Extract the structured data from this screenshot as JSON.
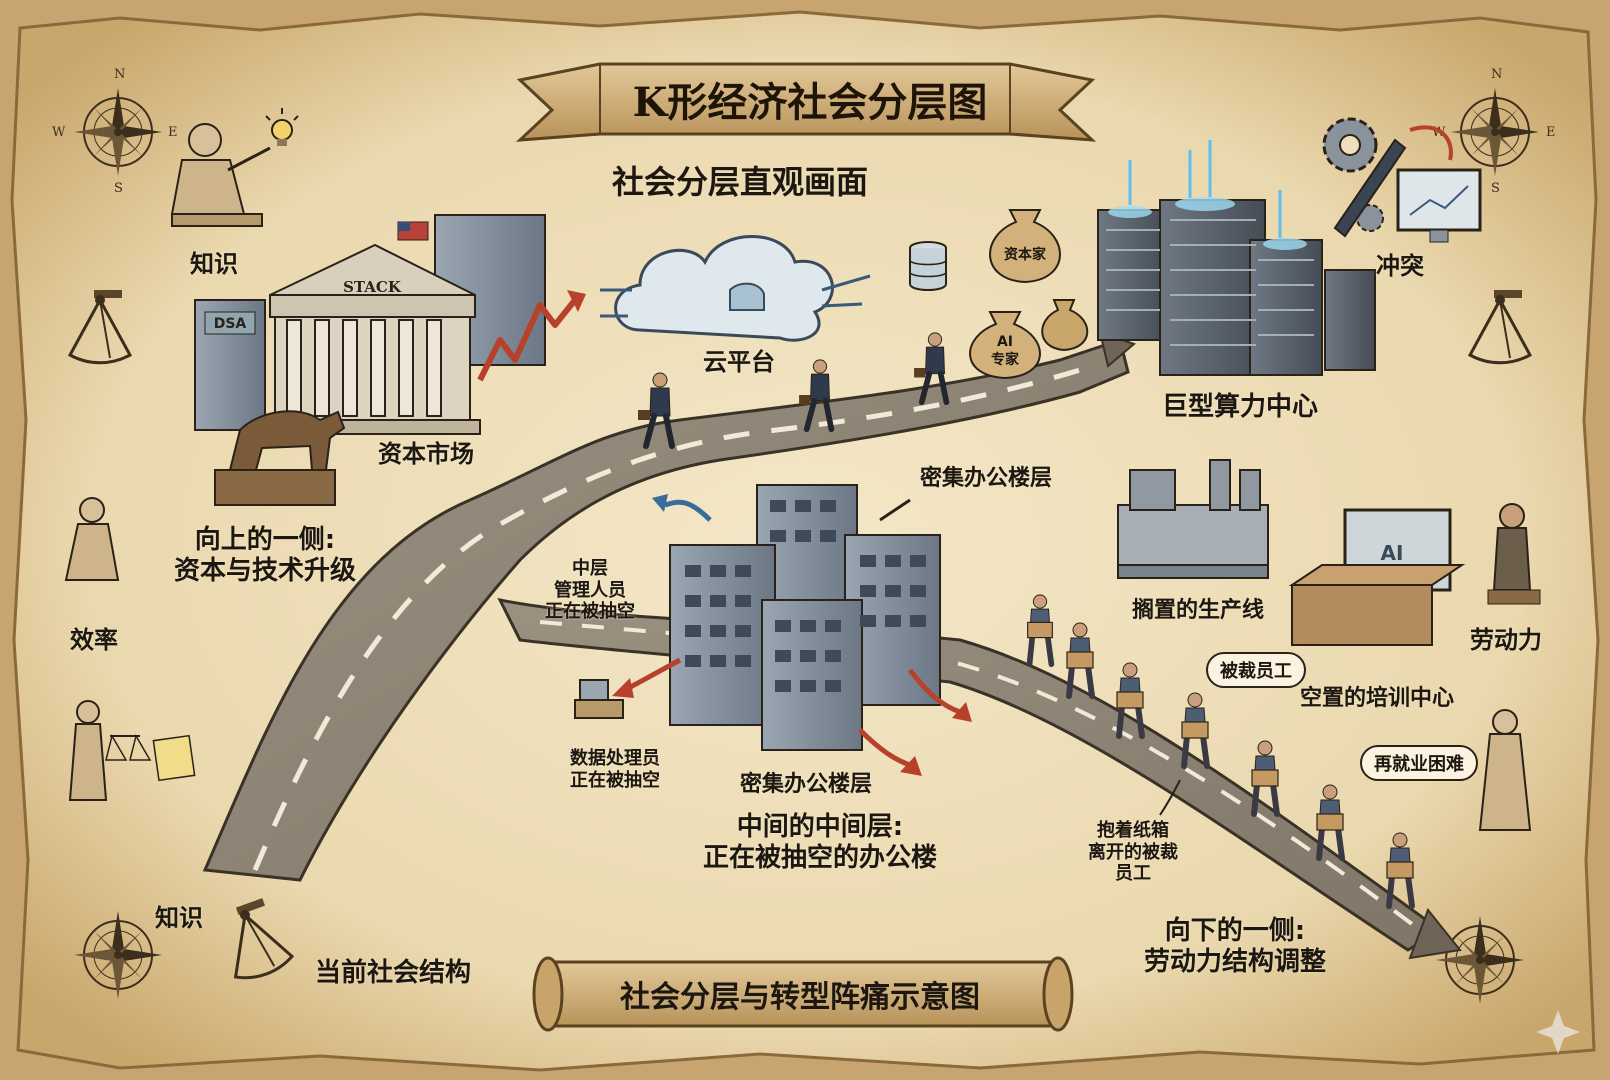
{
  "title": "K形经济社会分层图",
  "subtitle": "社会分层直观画面",
  "bottom_title": "社会分层与转型阵痛示意图",
  "compass_letters": {
    "n": "N",
    "s": "S",
    "e": "E",
    "w": "W"
  },
  "upper_left": {
    "knowledge": "知识",
    "capital_market": "资本市场",
    "stack_sign": "STACK",
    "dsa_sign": "DSA",
    "heading_line1": "向上的一侧:",
    "heading_line2": "资本与技术升级",
    "efficiency": "效率"
  },
  "upper_center": {
    "cloud_platform": "云平台",
    "capitalist_bag": "资本家",
    "ai_bag_line1": "AI",
    "ai_bag_line2": "专家"
  },
  "upper_right": {
    "conflict": "冲突",
    "compute_center": "巨型算力中心"
  },
  "middle": {
    "dense_office_top": "密集办公楼层",
    "mid_manager_line1": "中层",
    "mid_manager_line2": "管理人员",
    "mid_manager_line3": "正在被抽空",
    "data_clerk_line1": "数据处理员",
    "data_clerk_line2": "正在被抽空",
    "dense_office_bottom": "密集办公楼层",
    "heading_line1": "中间的中间层:",
    "heading_line2": "正在被抽空的办公楼"
  },
  "lower_right": {
    "idle_line": "搁置的生产线",
    "labor": "劳动力",
    "laid_off_bubble": "被裁员工",
    "empty_training": "空置的培训中心",
    "reemploy_bubble": "再就业困难",
    "carrying_line1": "抱着纸箱",
    "carrying_line2": "离开的被裁",
    "carrying_line3": "员工",
    "heading_line1": "向下的一侧:",
    "heading_line2": "劳动力结构调整",
    "ai_screen": "AI"
  },
  "lower_left": {
    "knowledge": "知识",
    "current_structure": "当前社会结构"
  },
  "colors": {
    "parchment": "#efe0bd",
    "ink": "#1c1710",
    "road": "#8f8475",
    "building": "#7f8b98",
    "server": "#5d6670",
    "red_arrow": "#b8412c"
  },
  "icons": [
    "compass-rose-icon",
    "sextant-icon",
    "bull-statue-icon",
    "cloud-icon",
    "server-rack-icon",
    "money-bag-icon",
    "office-building-icon",
    "cardboard-box-icon",
    "gear-icon",
    "pen-icon",
    "monitor-icon",
    "lightbulb-icon",
    "scales-icon"
  ]
}
